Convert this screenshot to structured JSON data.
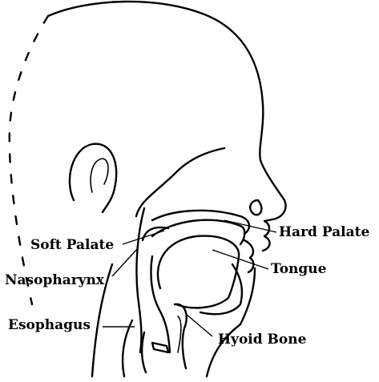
{
  "labels": {
    "hard_palate": "Hard Palate",
    "soft_palate": "Soft Palate",
    "tongue": "Tongue",
    "nasopharynx": "Nasopharynx",
    "esophagus": "Esophagus",
    "hyoid_bone": "Hyoid Bone"
  }
}
